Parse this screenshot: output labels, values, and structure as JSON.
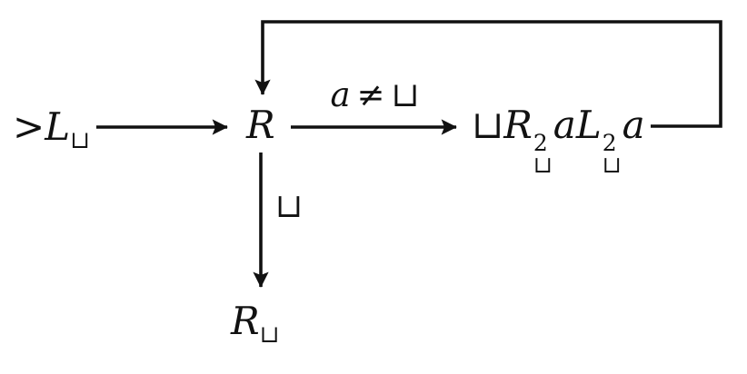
{
  "diagram": {
    "description": "Turing machine diagram: start goes to state R; on non-blank symbol it performs a copy action and loops back to R; on blank it moves right to blank and halts.",
    "line_color": "#111111"
  },
  "labels": {
    "start": {
      "marker": ">",
      "main": "L",
      "sub": "⊔"
    },
    "state": "R",
    "condition": {
      "var": "a",
      "op": "≠",
      "blank": "⊔"
    },
    "action": {
      "blank1": "⊔",
      "m1": "R",
      "sup1": "2",
      "sub1": "⊔",
      "m2": "aL",
      "sup2": "2",
      "sub2": "⊔",
      "m3": "a"
    },
    "blank_branch": "⊔",
    "end": {
      "main": "R",
      "sub": "⊔"
    }
  }
}
